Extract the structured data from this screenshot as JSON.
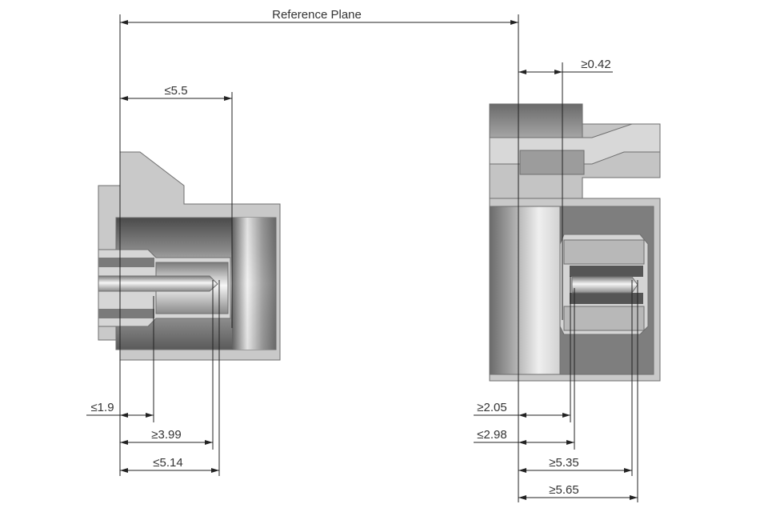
{
  "reference_plane": "Reference Plane",
  "dimensions": {
    "left_top": "≤5.5",
    "left_a": "≤1.9",
    "left_b": "≥3.99",
    "left_c": "≤5.14",
    "right_top": "≥0.42",
    "right_a": "≥2.05",
    "right_b": "≤2.98",
    "right_c": "≥5.35",
    "right_d": "≥5.65"
  },
  "colors": {
    "line": "#222222",
    "text": "#333333",
    "body_light": "#c8c8c8",
    "body_mid": "#a9a9a9",
    "body_dark": "#5a5a5a"
  }
}
